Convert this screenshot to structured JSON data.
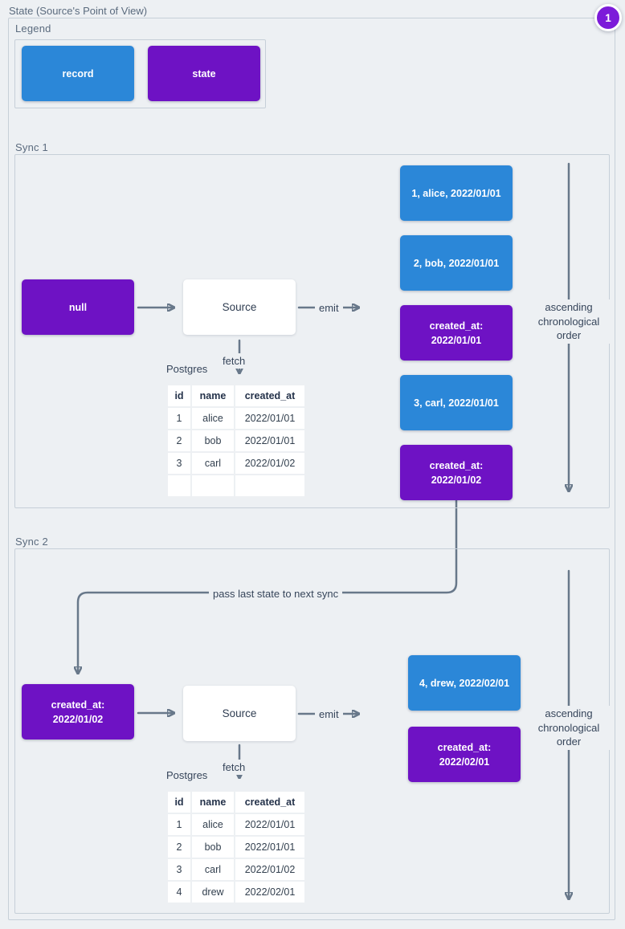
{
  "title": "State (Source's Point of View)",
  "badge": "1",
  "colors": {
    "record_blue": "#2b87d8",
    "state_purple": "#6e12c4",
    "badge_purple": "#7c1bd9",
    "line_gray": "#68788a"
  },
  "legend": {
    "label": "Legend",
    "record_label": "record",
    "state_label": "state"
  },
  "shared": {
    "source_label": "Source",
    "emit_label": "emit",
    "fetch_label": "fetch",
    "postgres_label": "Postgres",
    "order_note": "ascending\nchronological\norder",
    "pass_label": "pass last state to next sync"
  },
  "sync1": {
    "label": "Sync 1",
    "input_state": "null",
    "emitted": [
      {
        "type": "record",
        "text": "1, alice, 2022/01/01"
      },
      {
        "type": "record",
        "text": "2, bob, 2022/01/01"
      },
      {
        "type": "state",
        "text": "created_at:\n2022/01/01"
      },
      {
        "type": "record",
        "text": "3, carl, 2022/01/01"
      },
      {
        "type": "state",
        "text": "created_at:\n2022/01/02"
      }
    ],
    "table": {
      "headers": [
        "id",
        "name",
        "created_at"
      ],
      "rows": [
        [
          "1",
          "alice",
          "2022/01/01"
        ],
        [
          "2",
          "bob",
          "2022/01/01"
        ],
        [
          "3",
          "carl",
          "2022/01/02"
        ],
        [
          "",
          "",
          ""
        ]
      ]
    }
  },
  "sync2": {
    "label": "Sync 2",
    "input_state": "created_at:\n2022/01/02",
    "emitted": [
      {
        "type": "record",
        "text": "4, drew, 2022/02/01"
      },
      {
        "type": "state",
        "text": "created_at:\n2022/02/01"
      }
    ],
    "table": {
      "headers": [
        "id",
        "name",
        "created_at"
      ],
      "rows": [
        [
          "1",
          "alice",
          "2022/01/01"
        ],
        [
          "2",
          "bob",
          "2022/01/01"
        ],
        [
          "3",
          "carl",
          "2022/01/02"
        ],
        [
          "4",
          "drew",
          "2022/02/01"
        ]
      ]
    }
  }
}
